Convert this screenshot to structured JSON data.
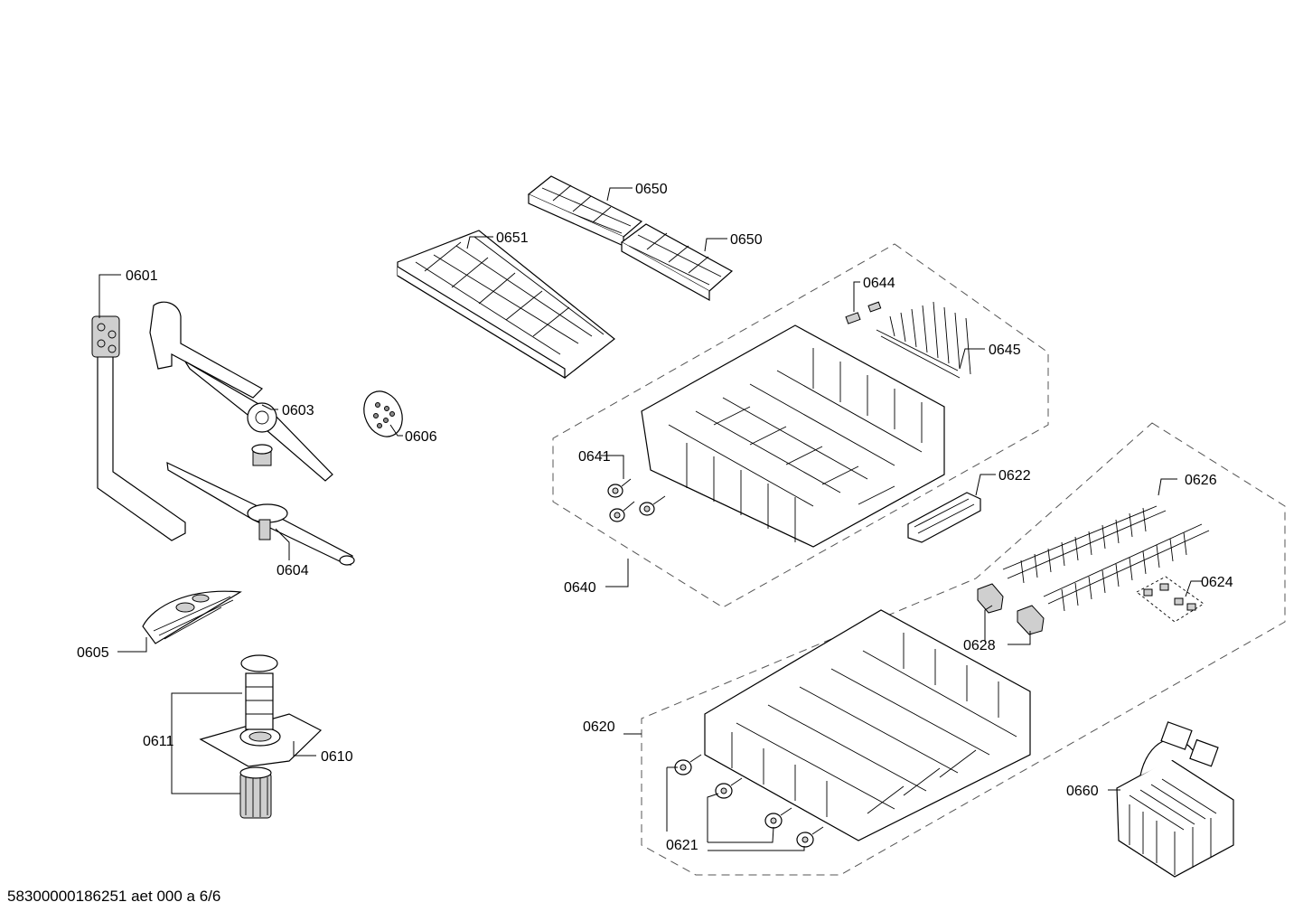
{
  "footer_code": "58300000186251 aet 000 a 6/6",
  "callouts": {
    "p0601": "0601",
    "p0603": "0603",
    "p0604": "0604",
    "p0605": "0605",
    "p0606": "0606",
    "p0610": "0610",
    "p0611": "0611",
    "p0620": "0620",
    "p0621": "0621",
    "p0622": "0622",
    "p0624": "0624",
    "p0626": "0626",
    "p0628": "0628",
    "p0640": "0640",
    "p0641": "0641",
    "p0644": "0644",
    "p0645": "0645",
    "p0650a": "0650",
    "p0650b": "0650",
    "p0651": "0651",
    "p0660": "0660"
  }
}
